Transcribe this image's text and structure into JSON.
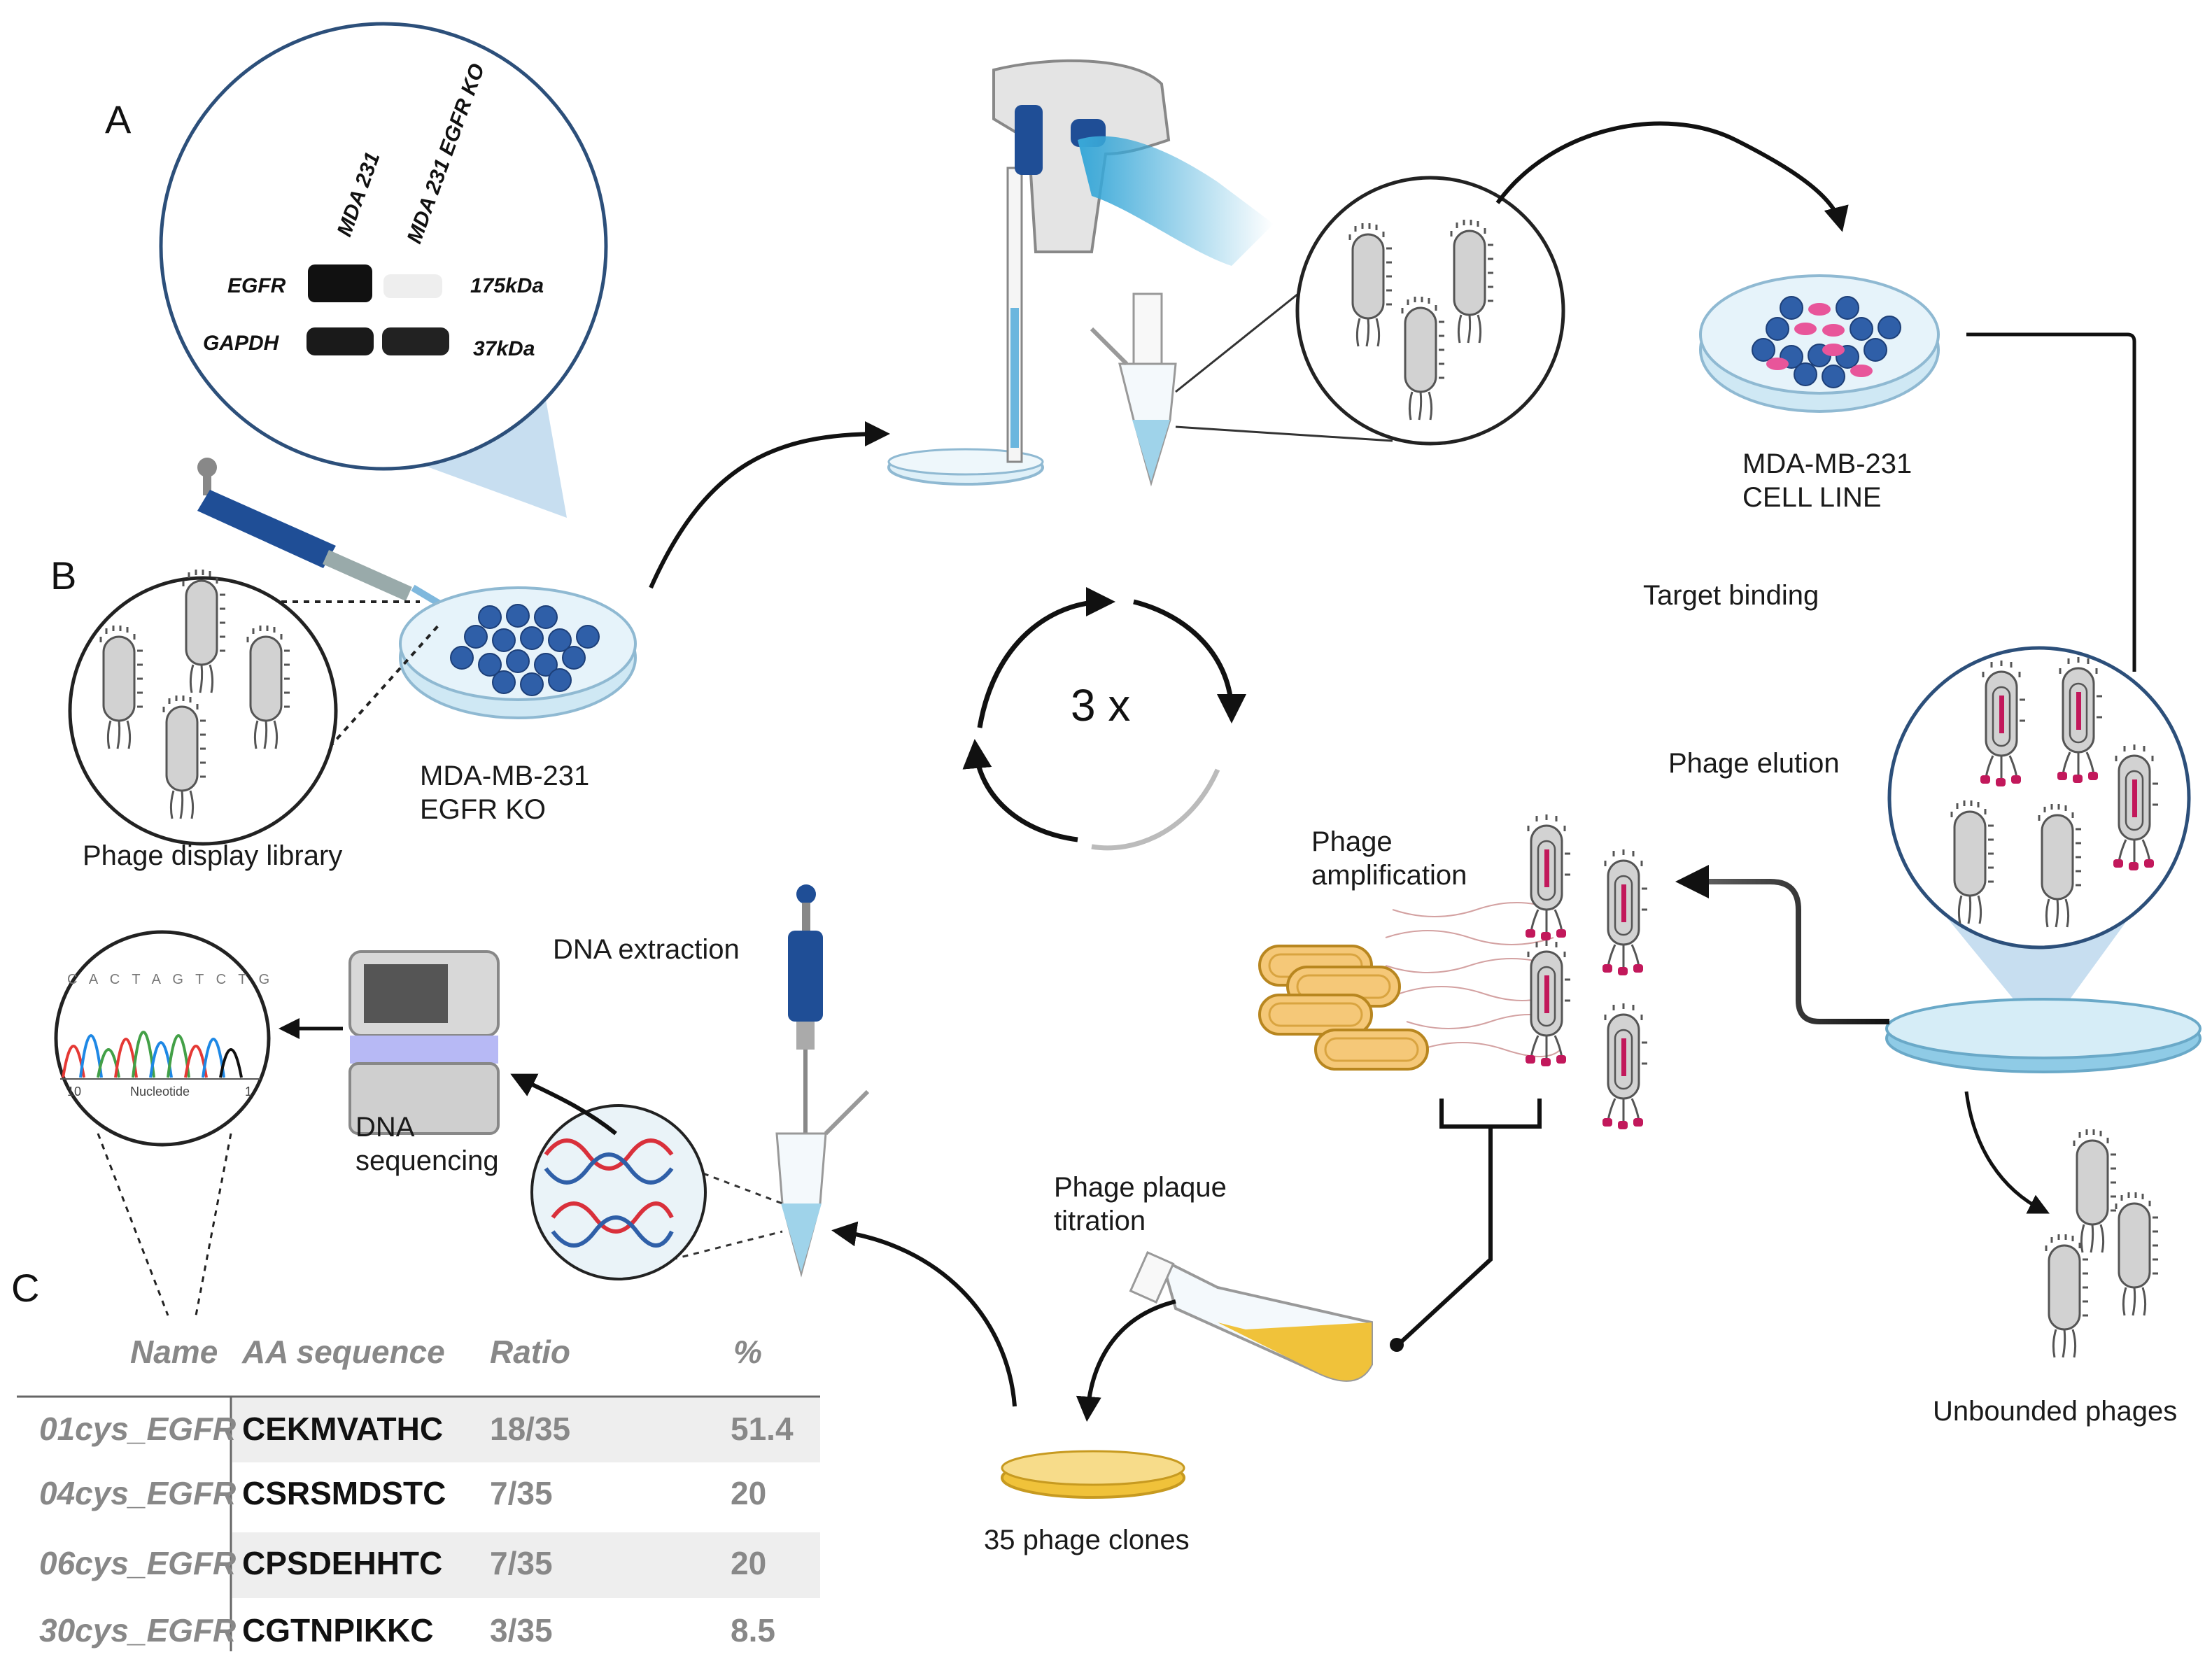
{
  "panels": {
    "a": "A",
    "b": "B",
    "c": "C"
  },
  "western_blot": {
    "lanes": [
      "MDA 231",
      "MDA 231 EGFR KO"
    ],
    "rows": [
      {
        "protein": "EGFR",
        "size": "175kDa"
      },
      {
        "protein": "GAPDH",
        "size": "37kDa"
      }
    ]
  },
  "labels": {
    "ko_cells_line1": "MDA-MB-231",
    "ko_cells_line2": "EGFR KO",
    "library": "Phage display library",
    "target_cells_line1": "MDA-MB-231",
    "target_cells_line2": "CELL LINE",
    "target_binding": "Target binding",
    "elution": "Phage elution",
    "amplification_line1": "Phage",
    "amplification_line2": "amplification",
    "cycle": "3 x",
    "unbound": "Unbounded  phages",
    "titration_line1": "Phage plaque",
    "titration_line2": "titration",
    "clones": "35 phage clones",
    "extraction": "DNA extraction",
    "sequencing_line1": "DNA",
    "sequencing_line2": "sequencing"
  },
  "chromatogram": {
    "bases": "C A C T A G T C T G",
    "axis_left": "10",
    "axis_label": "Nucleotide",
    "axis_right": "1"
  },
  "table": {
    "headers": [
      "Name",
      "AA sequence",
      "Ratio",
      "%"
    ],
    "rows": [
      {
        "name": "01cys_EGFR",
        "seq": "CEKMVATHC",
        "ratio": "18/35",
        "pct": "51.4"
      },
      {
        "name": "04cys_EGFR",
        "seq": "CSRSMDSTC",
        "ratio": "7/35",
        "pct": "20"
      },
      {
        "name": "06cys_EGFR",
        "seq": "CPSDEHHTC",
        "ratio": "7/35",
        "pct": "20"
      },
      {
        "name": "30cys_EGFR",
        "seq": "CGTNPIKKC",
        "ratio": "3/35",
        "pct": "8.5"
      }
    ]
  },
  "colors": {
    "cell": "#2f5fa8",
    "bound_cell": "#e8559a",
    "dish": "#cfe8f4",
    "liquid": "#9fd3ea",
    "phage": "#d2d2d2",
    "marker": "#c2185b",
    "yellow": "#f0c23a",
    "pipette": "#1f4e96"
  }
}
